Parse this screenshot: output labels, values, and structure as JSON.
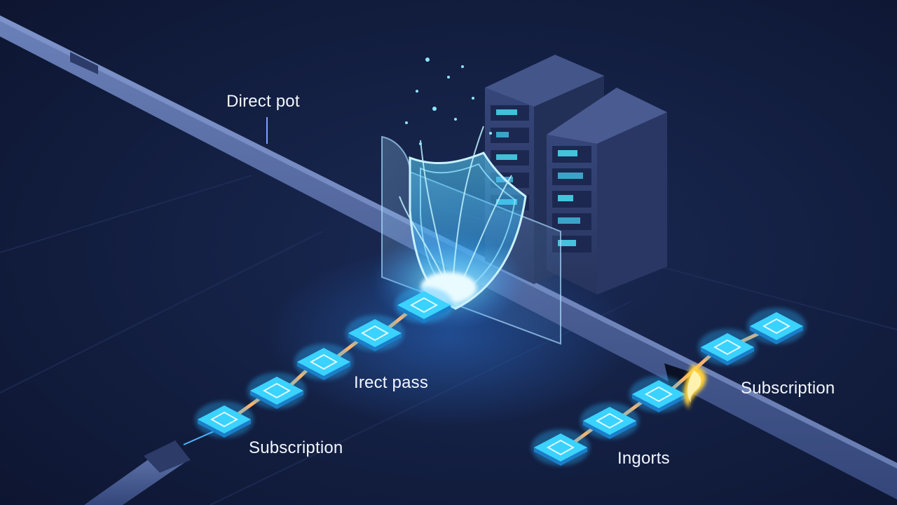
{
  "labels": {
    "direct_port": "Direct pot",
    "direct_pass": "Irect pass",
    "subscription_left": "Subscription",
    "subscription_right": "Subscription",
    "ingorts": "Ingorts"
  },
  "colors": {
    "background": "#111c3a",
    "pipe": "#4a5f96",
    "packet": "#3ad2ff",
    "packet_link": "#ffb469",
    "shield_glow": "#35c8ff",
    "server": "#2e3d66",
    "breach_spark": "#ffd23a"
  },
  "icons": {
    "shield": "shield-icon",
    "server": "server-rack-icon",
    "packet": "data-packet-icon",
    "spark": "breach-spark-icon"
  }
}
